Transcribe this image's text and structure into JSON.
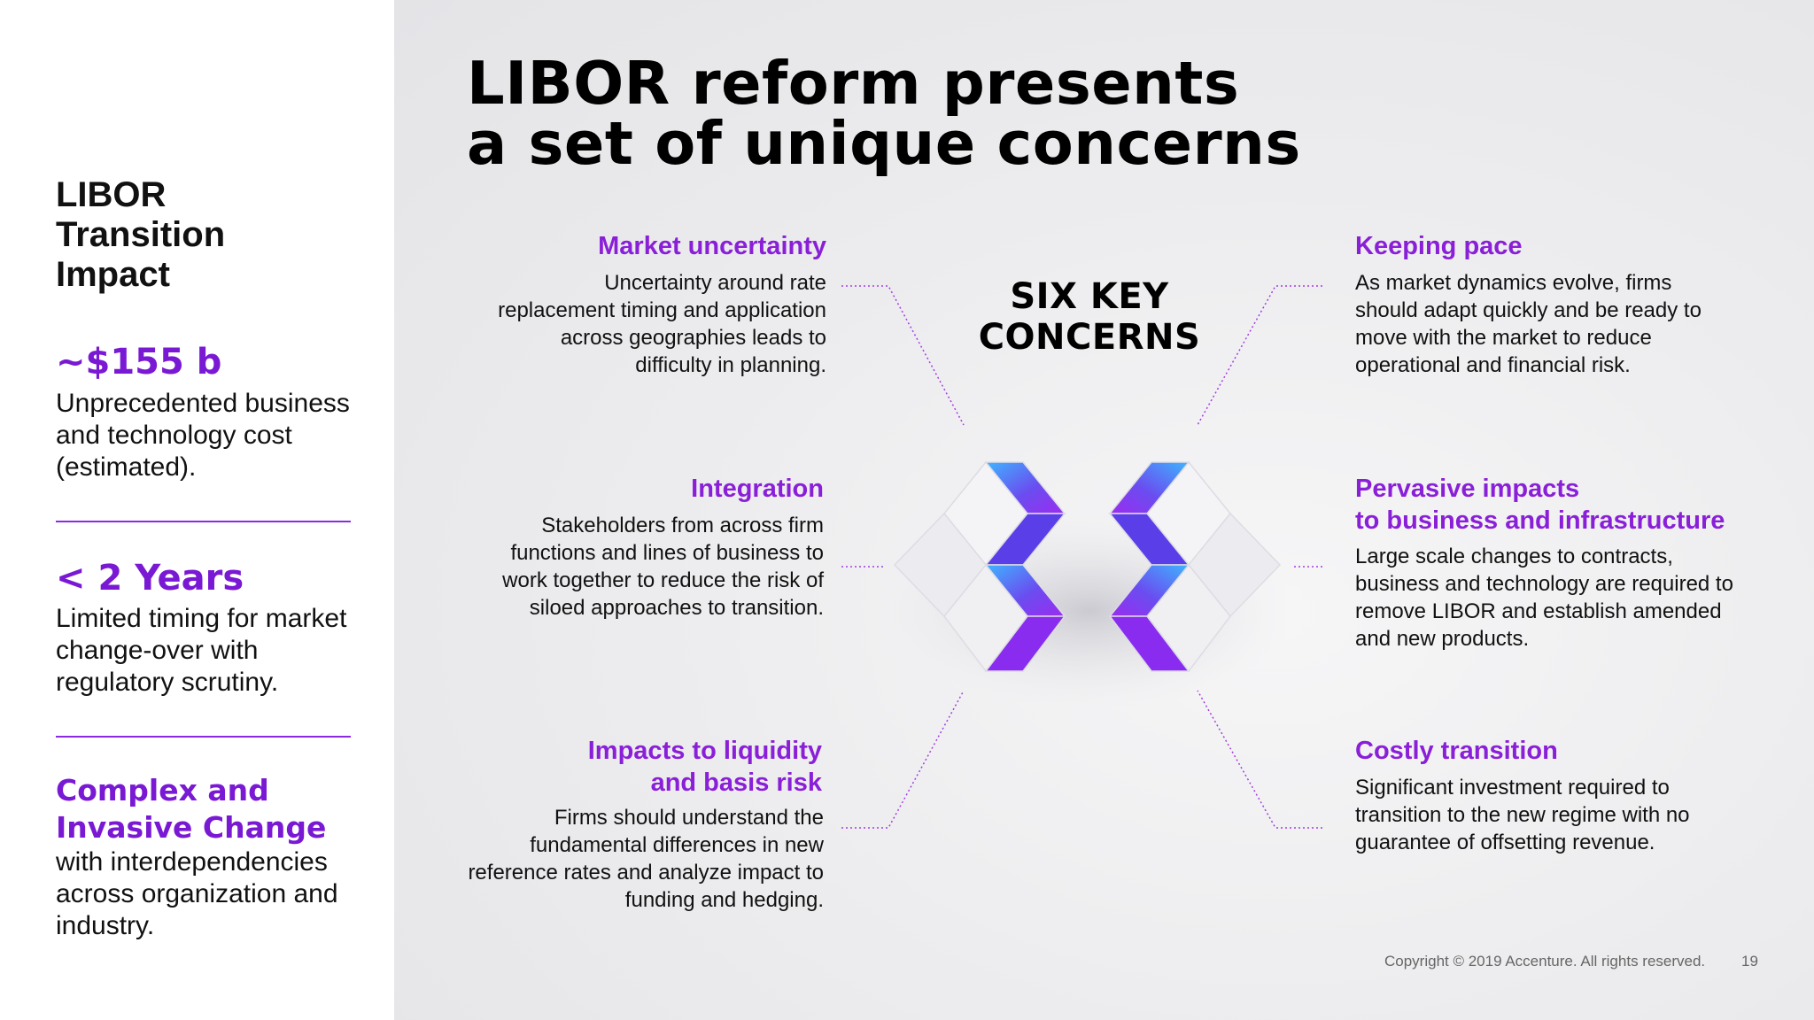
{
  "sidebar": {
    "title": "LIBOR Transition Impact",
    "stats": [
      {
        "value": "~$155 b",
        "desc": "Unprecedented business and technology cost (estimated)."
      },
      {
        "value": "< 2 Years",
        "desc": "Limited timing for market change-over with regulatory scrutiny."
      },
      {
        "value": "Complex and Invasive Change",
        "desc": "with interdependencies across organization and industry."
      }
    ]
  },
  "main": {
    "title_line1": "LIBOR reform presents",
    "title_line2": "a set of unique concerns",
    "center_line1": "SIX KEY",
    "center_line2": "CONCERNS",
    "concerns": [
      {
        "heading": "Market uncertainty",
        "body": "Uncertainty around rate replacement timing and application across geographies leads to difficulty in planning."
      },
      {
        "heading": "Integration",
        "body": "Stakeholders from across firm functions and lines of business to work together to reduce the risk of siloed approaches to transition."
      },
      {
        "heading_line1": "Impacts to liquidity",
        "heading_line2": "and basis risk",
        "body": "Firms should understand the fundamental differences in new reference rates and analyze impact to funding and hedging."
      },
      {
        "heading": "Keeping pace",
        "body": "As market dynamics evolve, firms should adapt quickly and be ready to move with the market to reduce operational and financial risk."
      },
      {
        "heading_line1": "Pervasive impacts",
        "heading_line2": "to business and infrastructure",
        "body": "Large scale changes to contracts, business and technology are required to remove LIBOR and establish amended and new products."
      },
      {
        "heading": "Costly transition",
        "body": "Significant investment required to transition to the new regime with no guarantee of offsetting revenue."
      }
    ]
  },
  "footer": {
    "copyright": "Copyright © 2019 Accenture. All rights reserved.",
    "page": "19"
  },
  "colors": {
    "accent": "#8a1fd8",
    "stat_purple": "#7a19d4",
    "divider": "#8a2be2"
  }
}
